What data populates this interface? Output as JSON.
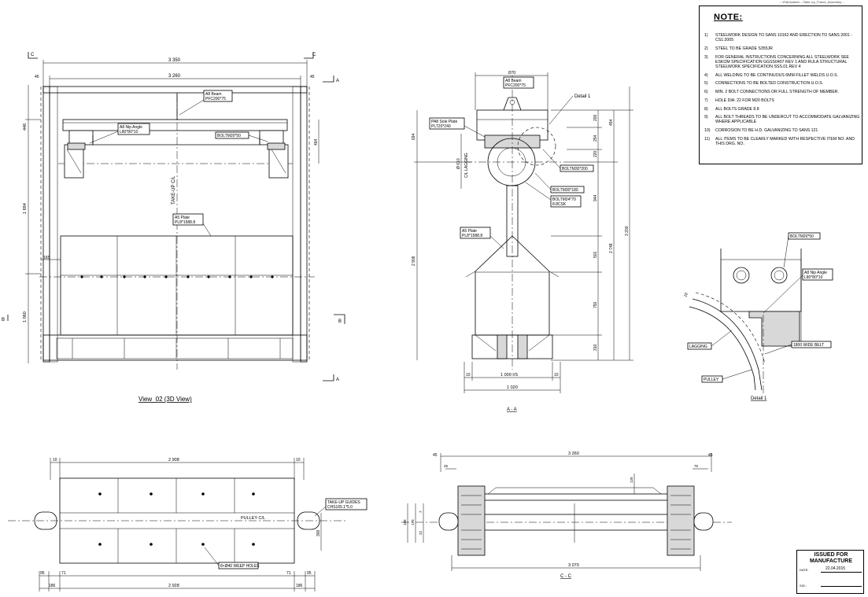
{
  "drawing_ref": "...:\\Fabrication\\...\\Take-Up_Frame_Assembly....",
  "view_labels": {
    "front_view": "View_02 (3D View)",
    "section_aa": "A - A",
    "section_cc": "C - C",
    "detail": "Detail 1",
    "detail_callout": "Detail 1"
  },
  "section_markers": {
    "a": "A",
    "b": "B",
    "c": "C"
  },
  "front_view": {
    "dims_top": [
      "3 350",
      "3 260",
      "45",
      "45"
    ],
    "dims_left": [
      "446",
      "1 694",
      "1 060"
    ],
    "dim_165": "165",
    "dim_494": "494",
    "centerline": "TAKE-UP C/L",
    "callouts": {
      "beam": [
        "A8 Beam",
        "PFC200*75"
      ],
      "nip_angle": [
        "A8 Nip Angle",
        "L80*80*10"
      ],
      "bolt": "BOLTM20*50",
      "plate": [
        "A5 Plate",
        "PL8*1588.8"
      ]
    }
  },
  "section_aa": {
    "dims": {
      "top": "870",
      "v_694": "694",
      "v_2906": "2 906",
      "r_200": "200",
      "r_254": "254",
      "r_454": "454",
      "r_220": "220",
      "r_944": "944",
      "r_501": "501",
      "r_750": "750",
      "r_310": "310",
      "r_2748": "2 748",
      "r_3200": "3 200",
      "bottom_10a": "10",
      "bottom_1000": "1 000 I/S",
      "bottom_10b": "10",
      "bottom_1020": "1 020",
      "diam": "Ø 610"
    },
    "lagging_label": "C/L LAGGING",
    "callouts": {
      "beam": [
        "A8 Beam",
        "PFC200*75"
      ],
      "sole_plate": [
        "PA8 Sole Plate",
        "PLT20*240"
      ],
      "bolt30_200": "BOLTM30*200",
      "bolt30_180": "BOLTM30*180",
      "bolt24_70": [
        "BOLTM24*70",
        "8.8CSK"
      ],
      "plate": [
        "A5 Plate",
        "PL8*1588.8"
      ]
    }
  },
  "detail_1": {
    "bolt": "BOLTM20*50",
    "nip_angle": [
      "A8 Nip Angle",
      "L80*80*10"
    ],
    "belt": "1800 WIDE BELT",
    "lagging": "LAGGING",
    "pulley": "PULLEY",
    "dim_10": "10"
  },
  "plan_view": {
    "dims_top": [
      "10",
      "2 908",
      "10"
    ],
    "dims_bottom_1": [
      "95",
      "71",
      "71",
      "95"
    ],
    "dims_bottom_2": [
      "186",
      "2 928",
      "186"
    ],
    "dim_300": "300",
    "pulley_cl": "PULLEY C/L",
    "guides": [
      "TAKE-UP GUIDES",
      "CHS165.1*5.0"
    ],
    "weep_holes": "8×Ø40 WEEP HOLES"
  },
  "section_cc": {
    "dims": {
      "top": "3 260",
      "left": "45",
      "right": "45",
      "d25": "25",
      "d75": "75",
      "d120": "120",
      "bottom": "3 070",
      "left_stack": [
        "188",
        "170",
        "22",
        "7"
      ]
    }
  },
  "notes": {
    "title": "NOTE:",
    "items": [
      {
        "n": "1)",
        "text": "STEELWORK DESIGN TO SANS 10162 AND ERECTION TO SANS 2001 - CS1:2005"
      },
      {
        "n": "2)",
        "text": "STEEL TO BE GRADE S355JR"
      },
      {
        "n": "3)",
        "text": "FOR GENERAL INSTRUCTIONS CONCERNING ALL STEELWORK SEE ESKOM SPECIFICATION GGSS0407 REV 1 AND RULA STRUCTURAL STEELWORK SPECIFICATION SSS.01.REV 4"
      },
      {
        "n": "4)",
        "text": "ALL WELDING TO BE CONTINUOUS 6mm FILLET WELDS U.O.S."
      },
      {
        "n": "5)",
        "text": "CONNECTIONS TO BE BOLTED CONSTRUCTION U.O.S."
      },
      {
        "n": "6)",
        "text": "MIN. 2 BOLT CONNECTIONS OR FULL STRENGTH OF MEMBER."
      },
      {
        "n": "7)",
        "text": "HOLE DIA: 22 FOR M20 BOLTS"
      },
      {
        "n": "8)",
        "text": "ALL BOLTS GRADE 8.8"
      },
      {
        "n": "9)",
        "text": "ALL BOLT THREADS TO BE UNDERCUT TO ACCOMMODATE GALVANIZING WHERE APPLICABLE"
      },
      {
        "n": "10)",
        "text": "CORROSION TO BE H.D. GALVANIZING TO SANS 121"
      },
      {
        "n": "11)",
        "text": "ALL ITEMS TO BE CLEARLY MARKED WITH RESPECTIVE ITEM NO. AND THIS DRG. NO."
      }
    ]
  },
  "title_block": {
    "heading_1": "ISSUED FOR",
    "heading_2": "MANUFACTURE",
    "date_label": "DATE:",
    "date": "22.04.2015",
    "sig_label": "SIG.:"
  }
}
